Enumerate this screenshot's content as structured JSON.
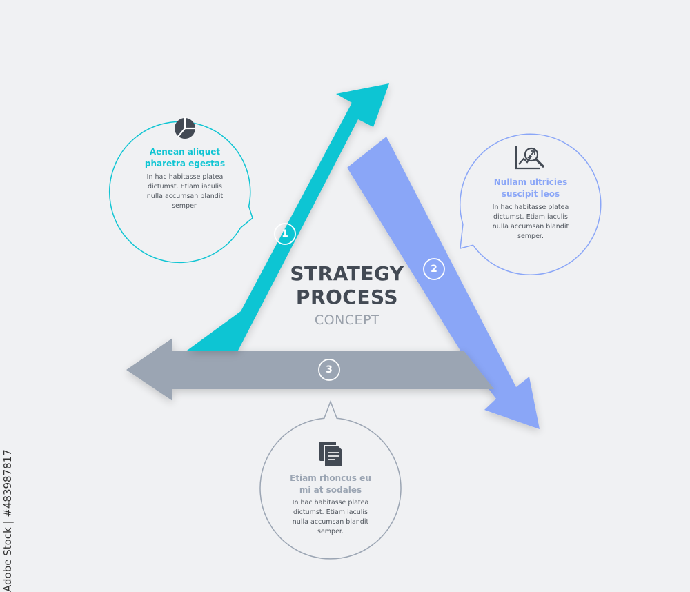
{
  "colors": {
    "background": "#f0f1f3",
    "step1": "#10c5d3",
    "step2": "#8aa6f7",
    "step3": "#9ba5b3",
    "dark": "#434a54"
  },
  "center": {
    "title_line1": "STRATEGY",
    "title_line2": "PROCESS",
    "subtitle": "CONCEPT"
  },
  "steps": [
    {
      "number": "1",
      "icon": "pie-chart-icon",
      "heading_line1": "Aenean aliquet",
      "heading_line2": "pharetra egestas",
      "body_lines": [
        "In hac habitasse platea",
        "dictumst. Etiam iaculis",
        "nulla accumsan blandit",
        "semper."
      ]
    },
    {
      "number": "2",
      "icon": "search-growth-chart-icon",
      "heading_line1": "Nullam ultricies",
      "heading_line2": "suscipit leos",
      "body_lines": [
        "In hac habitasse platea",
        "dictumst. Etiam iaculis",
        "nulla accumsan blandit",
        "semper."
      ]
    },
    {
      "number": "3",
      "icon": "documents-icon",
      "heading_line1": "Etiam rhoncus eu",
      "heading_line2": "mi at sodales",
      "body_lines": [
        "In hac habitasse platea",
        "dictumst. Etiam iaculis",
        "nulla accumsan blandit",
        "semper."
      ]
    }
  ],
  "watermark": "Adobe Stock | #483987817"
}
